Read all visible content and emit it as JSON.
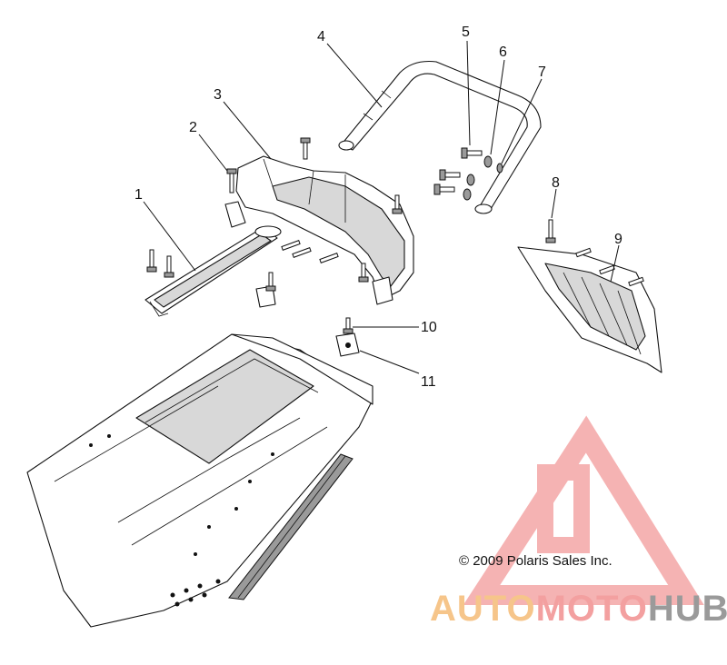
{
  "callouts": [
    {
      "id": "1",
      "label": "1"
    },
    {
      "id": "2",
      "label": "2"
    },
    {
      "id": "3",
      "label": "3"
    },
    {
      "id": "4",
      "label": "4"
    },
    {
      "id": "5",
      "label": "5"
    },
    {
      "id": "6",
      "label": "6"
    },
    {
      "id": "7",
      "label": "7"
    },
    {
      "id": "8",
      "label": "8"
    },
    {
      "id": "9",
      "label": "9"
    },
    {
      "id": "10",
      "label": "10"
    },
    {
      "id": "11",
      "label": "11"
    }
  ],
  "copyright": "© 2009 Polaris Sales Inc.",
  "watermark": {
    "part1": "AUTO",
    "part2": "MOTO",
    "part3": "HUB",
    "colors": {
      "part1": "#f6c58a",
      "part2": "#f3a0a0",
      "part3": "#9a9a9a",
      "logo": "#f29a9a"
    }
  }
}
